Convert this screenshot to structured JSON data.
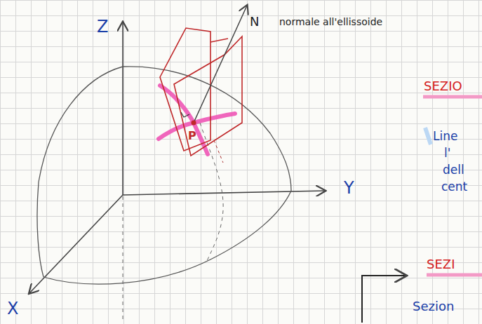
{
  "diagram": {
    "labels": [
      "Z",
      "Y",
      "X",
      "P",
      "N",
      "normale all'ellissoide",
      "SEZIO",
      "Line",
      "l'",
      "dell",
      "cent",
      "SEZI",
      "Sezion"
    ]
  }
}
